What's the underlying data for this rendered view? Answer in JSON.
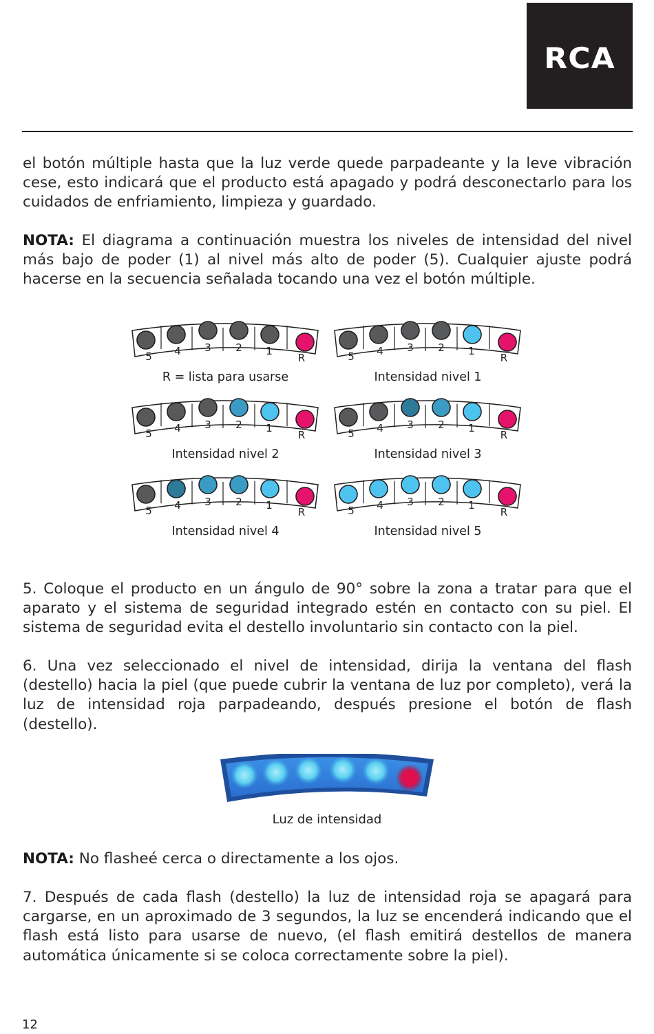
{
  "brand": {
    "logo_text": "RCA"
  },
  "paragraphs": {
    "intro": "el botón múltiple hasta que la luz verde quede parpadeante y la leve vibración cese, esto indicará que el producto está apagado y podrá desconectarlo para los cuidados de enfriamiento, limpieza y guardado.",
    "nota1_label": "NOTA:",
    "nota1_text": " El diagrama a continuación muestra los niveles de intensidad del nivel más bajo de poder (1) al nivel más alto de poder (5). Cualquier ajuste podrá hacerse en la secuencia señalada tocando una vez el botón múltiple.",
    "step5": "5. Coloque el producto en un ángulo de 90° sobre la zona a tratar para que el aparato y el sistema de seguridad integrado estén en contacto con su piel. El sistema de seguridad evita el destello involuntario sin contacto con la piel.",
    "step6": "6. Una vez seleccionado el nivel de intensidad, dirija la ventana del flash (destello) hacia la piel (que puede cubrir la ventana de luz por completo), verá la luz de intensidad roja parpadeando, después presione el botón de flash (destello).",
    "nota2_label": "NOTA:",
    "nota2_text": " No flasheé cerca o directamente a los ojos.",
    "step7": "7. Después de cada flash (destello) la luz de intensidad roja se apagará para cargarse, en un aproximado de 3 segundos, la luz se encenderá indicando que el flash está listo para usarse de nuevo, (el flash emitirá destellos de manera automática únicamente si se coloca correctamente sobre la piel)."
  },
  "diagram": {
    "slot_labels": [
      "5",
      "4",
      "3",
      "2",
      "1",
      "R"
    ],
    "panels": [
      {
        "caption": "R = lista para usarse",
        "lights": [
          "off",
          "off",
          "off",
          "off",
          "off",
          "red"
        ]
      },
      {
        "caption": "Intensidad nivel 1",
        "lights": [
          "off",
          "off",
          "off",
          "off",
          "light",
          "red"
        ]
      },
      {
        "caption": "Intensidad nivel 2",
        "lights": [
          "off",
          "off",
          "off",
          "mid",
          "light",
          "red"
        ]
      },
      {
        "caption": "Intensidad nivel 3",
        "lights": [
          "off",
          "off",
          "dark",
          "mid",
          "light",
          "red"
        ]
      },
      {
        "caption": "Intensidad nivel 4",
        "lights": [
          "off",
          "dark",
          "mid",
          "mid",
          "light",
          "red"
        ]
      },
      {
        "caption": "Intensidad nivel 5",
        "lights": [
          "light",
          "light",
          "light",
          "light",
          "light",
          "red"
        ]
      }
    ],
    "colors": {
      "off": "#58595b",
      "light": "#4fc3f0",
      "mid": "#3a9cc4",
      "dark": "#2d7a99",
      "red": "#e6136d"
    }
  },
  "indicator": {
    "caption": "Luz de intensidad",
    "colors": {
      "frame": "#1f4f9c",
      "body": "#2e7fdc",
      "led": "#63d4f2",
      "red": "#e01050"
    }
  },
  "footer": {
    "page_number": "12"
  }
}
